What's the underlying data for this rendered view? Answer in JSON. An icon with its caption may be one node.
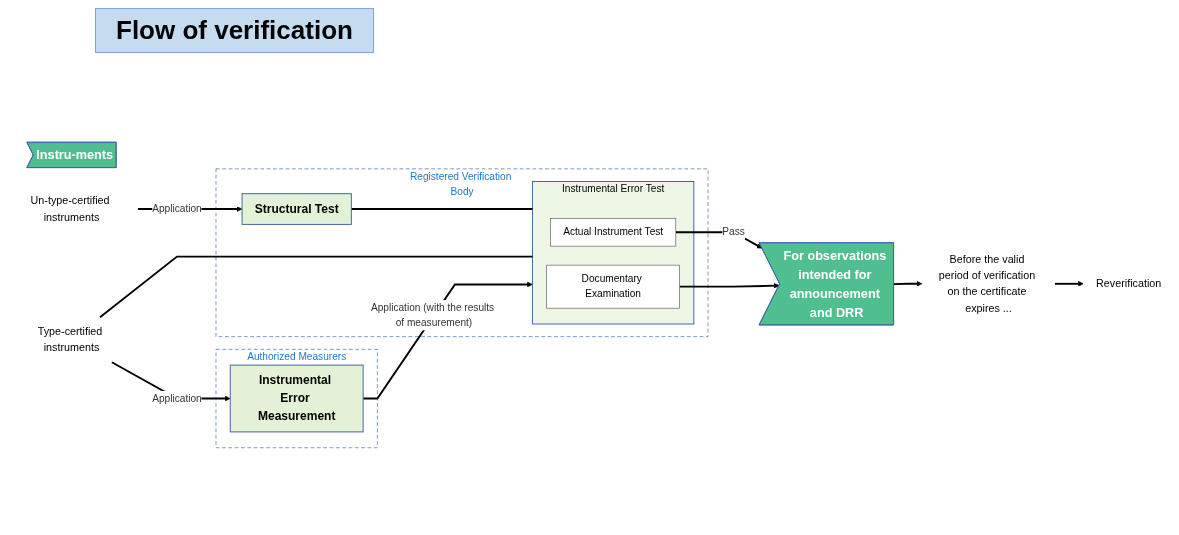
{
  "diagram": {
    "title": "Flow of verification",
    "nodes": [
      {
        "text": [
          "Instru-ments"
        ]
      },
      {
        "text": [
          "Un-type-certified instruments"
        ]
      },
      {
        "text": [
          "Type-certified instruments"
        ]
      },
      {
        "text": [
          "Registered Verification Body"
        ]
      },
      {
        "text": [
          "Structural Test"
        ],
        "in": 3
      },
      {
        "text": [
          "Instrumental Error Test"
        ],
        "in": 3
      },
      {
        "text": [
          "Actual Instrument Test"
        ],
        "in": 5
      },
      {
        "text": [
          "Documentary Examination"
        ],
        "in": 5
      },
      {
        "text": [
          "Authorized Measurers"
        ]
      },
      {
        "text": [
          "Instrumental Error Measurement"
        ],
        "in": 8
      },
      {
        "text": [
          "For observations intended for announcement and DRR"
        ]
      },
      {
        "text": [
          "Before the valid period of verification on the certificate expires ..."
        ]
      },
      {
        "text": [
          "Reverification"
        ]
      }
    ],
    "edges": [
      {
        "from": 1,
        "to": 4,
        "arrow": "to",
        "label": "Application"
      },
      {
        "from": 4,
        "to": 5,
        "arrow": "none"
      },
      {
        "from": 2,
        "to": 5,
        "arrow": "none"
      },
      {
        "from": 2,
        "to": 9,
        "arrow": "to",
        "label": "Application"
      },
      {
        "from": 9,
        "to": 5,
        "arrow": "to",
        "label": "Application (with the results of measurement)"
      },
      {
        "from": 6,
        "to": 10,
        "arrow": "to",
        "label": "Pass"
      },
      {
        "from": 7,
        "to": 10,
        "arrow": "to"
      },
      {
        "from": 10,
        "to": 11,
        "arrow": "to"
      },
      {
        "from": 11,
        "to": 12,
        "arrow": "to"
      }
    ]
  }
}
